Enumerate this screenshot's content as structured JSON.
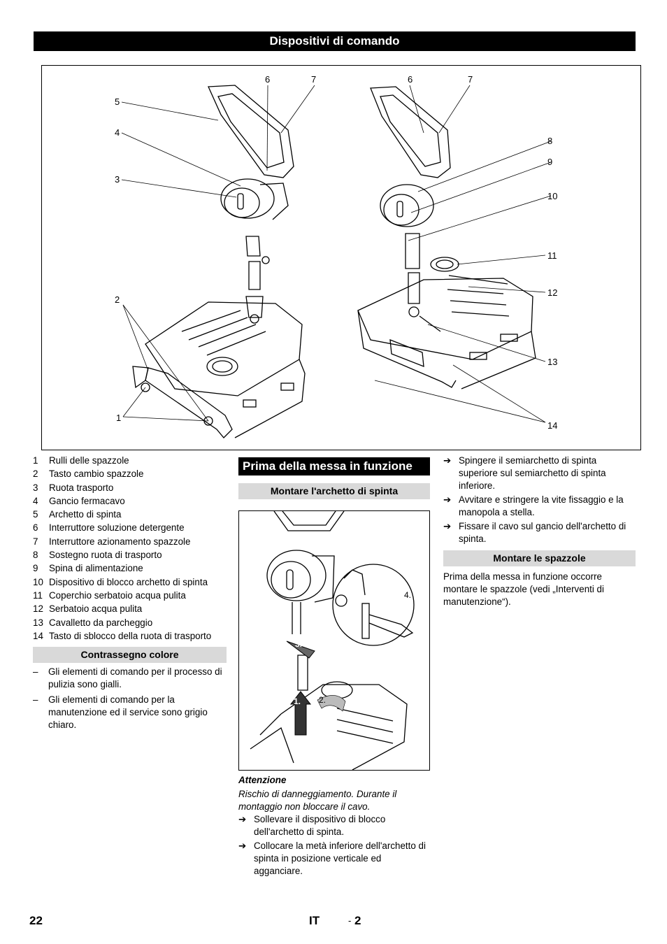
{
  "header": {
    "title": "Dispositivi di comando"
  },
  "figure_callouts": {
    "left_unit": [
      "5",
      "4",
      "3",
      "2",
      "1",
      "6",
      "7"
    ],
    "right_unit": [
      "6",
      "7",
      "8",
      "9",
      "10",
      "11",
      "12",
      "13",
      "14"
    ]
  },
  "legend": [
    {
      "num": "1",
      "text": "Rulli delle spazzole"
    },
    {
      "num": "2",
      "text": "Tasto cambio spazzole"
    },
    {
      "num": "3",
      "text": "Ruota trasporto"
    },
    {
      "num": "4",
      "text": "Gancio fermacavo"
    },
    {
      "num": "5",
      "text": "Archetto di spinta"
    },
    {
      "num": "6",
      "text": "Interruttore soluzione detergente"
    },
    {
      "num": "7",
      "text": "Interruttore azionamento spazzole"
    },
    {
      "num": "8",
      "text": "Sostegno ruota di trasporto"
    },
    {
      "num": "9",
      "text": "Spina di alimentazione"
    },
    {
      "num": "10",
      "text": "Dispositivo di blocco archetto di spinta"
    },
    {
      "num": "11",
      "text": "Coperchio serbatoio acqua pulita"
    },
    {
      "num": "12",
      "text": "Serbatoio acqua pulita"
    },
    {
      "num": "13",
      "text": "Cavalletto da parcheggio"
    },
    {
      "num": "14",
      "text": "Tasto di sblocco della ruota di trasporto"
    }
  ],
  "color_section": {
    "heading": "Contrassegno colore",
    "dash": "–",
    "items": [
      "Gli elementi di comando per il processo di pulizia sono gialli.",
      "Gli elementi di comando per la manutenzione ed il service sono grigio chiaro."
    ]
  },
  "startup": {
    "heading": "Prima della messa in funzione",
    "subheading": "Montare l'archetto di spinta",
    "figure_steps": [
      "1.",
      "2.",
      "3.",
      "4."
    ],
    "warning_title": "Attenzione",
    "warning_text": "Rischio di danneggiamento. Durante il montaggio non bloccare il cavo.",
    "arrow": "➔",
    "steps_col2": [
      "Sollevare il dispositivo di blocco dell'archetto di spinta.",
      "Collocare la metà inferiore dell'archetto di spinta in posizione verticale ed agganciare."
    ],
    "steps_col3": [
      "Spingere il semiarchetto di spinta superiore sul semiarchetto di spinta inferiore.",
      "Avvitare e stringere la vite fissaggio e la manopola a stella.",
      "Fissare il cavo sul gancio dell'archetto di spinta."
    ]
  },
  "brushes": {
    "heading": "Montare le spazzole",
    "text": "Prima della messa in funzione occorre montare le spazzole (vedi „Interventi di manutenzione“)."
  },
  "footer": {
    "page": "22",
    "lang": "IT",
    "section": "2",
    "sep": "-"
  }
}
